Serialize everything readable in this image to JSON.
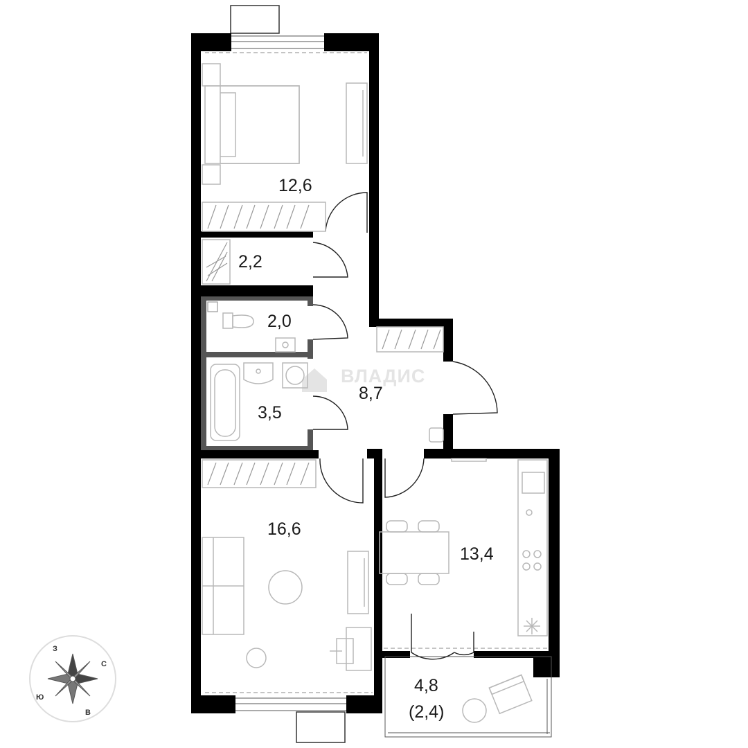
{
  "rooms": {
    "bedroom": "12,6",
    "closet": "2,2",
    "toilet": "2,0",
    "bathroom": "3,5",
    "hall": "8,7",
    "living": "16,6",
    "kitchen": "13,4",
    "balcony_area": "4,8",
    "balcony_reduced": "(2,4)"
  },
  "watermark": "ВЛАДИС",
  "compass": {
    "north": "С",
    "south": "Ю",
    "east": "В",
    "west": "З"
  },
  "colors": {
    "wall": "#000000",
    "furniture": "#b8b8b8",
    "watermark": "#e4e4e4"
  }
}
